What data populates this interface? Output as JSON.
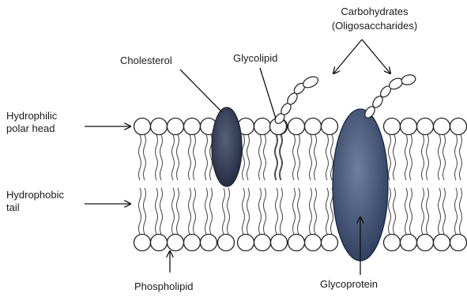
{
  "labels": {
    "carbohydrates_line1": "Carbohydrates",
    "carbohydrates_line2": "(Oligosaccharides)",
    "cholesterol": "Cholesterol",
    "glycolipid": "Glycolipid",
    "hydrophilic_line1": "Hydrophilic",
    "hydrophilic_line2": "polar head",
    "hydrophobic_line1": "Hydrophobic",
    "hydrophobic_line2": "tail",
    "phospholipid": "Phospholipid",
    "glycoprotein": "Glycoprotein"
  },
  "colors": {
    "protein_fill": "#3d4f70",
    "cholesterol_fill": "#2f3850",
    "ink": "#1a1a1a"
  }
}
